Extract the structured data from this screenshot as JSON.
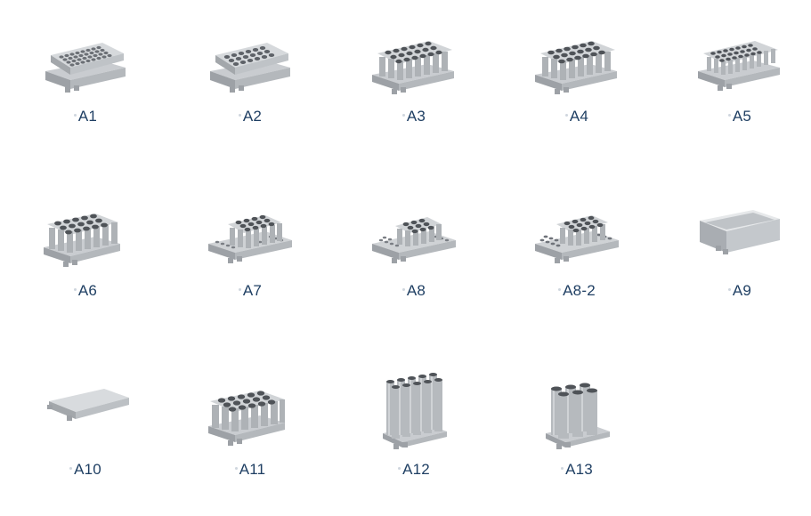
{
  "items": [
    {
      "label": "A1",
      "type": "plate-holes"
    },
    {
      "label": "A2",
      "type": "plate-holes-large"
    },
    {
      "label": "A3",
      "type": "tube-block"
    },
    {
      "label": "A4",
      "type": "tube-block"
    },
    {
      "label": "A5",
      "type": "tube-block-small"
    },
    {
      "label": "A6",
      "type": "tube-block"
    },
    {
      "label": "A7",
      "type": "mixed-block"
    },
    {
      "label": "A8",
      "type": "mixed-block"
    },
    {
      "label": "A8-2",
      "type": "mixed-block"
    },
    {
      "label": "A9",
      "type": "open-tray"
    },
    {
      "label": "A10",
      "type": "flat-plate"
    },
    {
      "label": "A11",
      "type": "tube-block"
    },
    {
      "label": "A12",
      "type": "tall-tubes"
    },
    {
      "label": "A13",
      "type": "tall-tubes-short"
    }
  ]
}
